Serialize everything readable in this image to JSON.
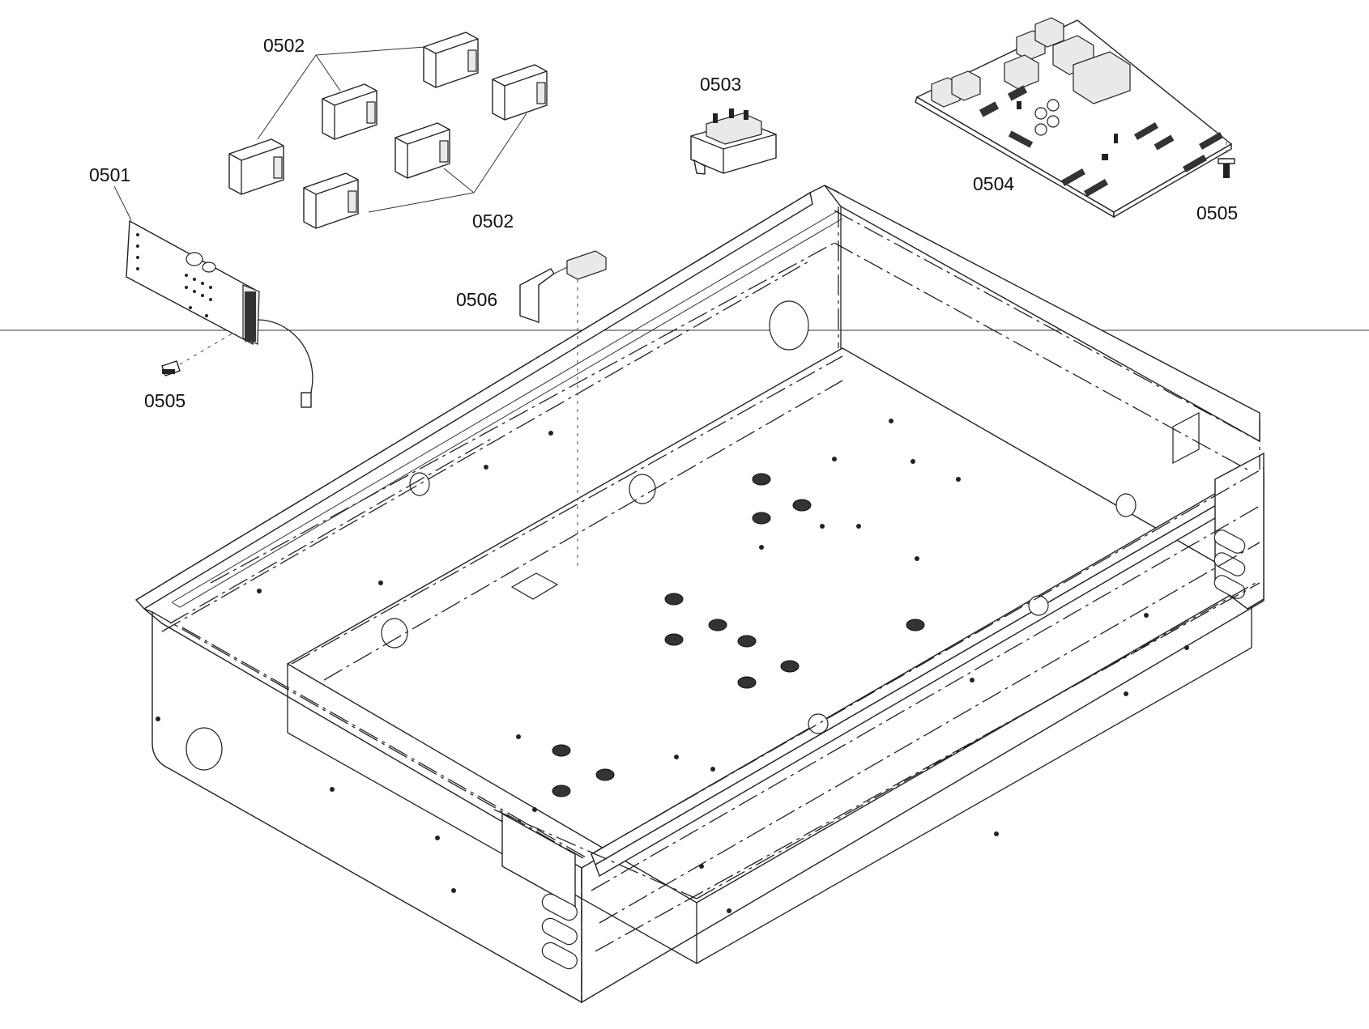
{
  "callouts": {
    "c0501": "0501",
    "c0502_top": "0502",
    "c0502_bottom": "0502",
    "c0503": "0503",
    "c0504": "0504",
    "c0505_right": "0505",
    "c0505_left": "0505",
    "c0506": "0506"
  },
  "colors": {
    "line": "#222222",
    "background": "#ffffff"
  }
}
